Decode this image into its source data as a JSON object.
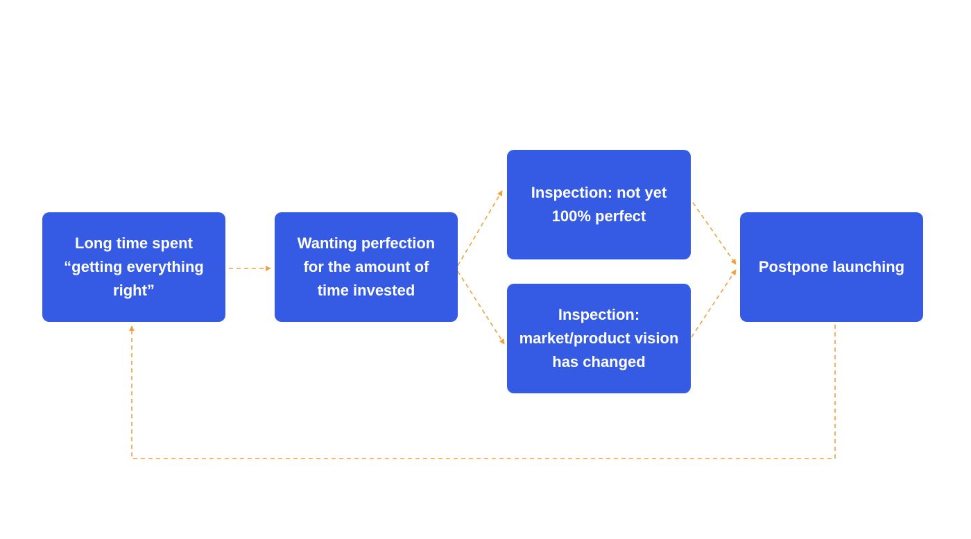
{
  "diagram": {
    "colors": {
      "node_fill": "#355ae3",
      "node_text": "#ffffff",
      "connector": "#f0a23a",
      "background": "#ffffff"
    },
    "nodes": [
      {
        "id": "n1",
        "label": "Long time spent “getting everything right”"
      },
      {
        "id": "n2",
        "label": "Wanting perfection for the amount of time invested"
      },
      {
        "id": "n3",
        "label": "Inspection: not yet 100% perfect"
      },
      {
        "id": "n4",
        "label": "Inspection: market/product vision has changed"
      },
      {
        "id": "n5",
        "label": "Postpone launching"
      }
    ],
    "edges": [
      {
        "from": "n1",
        "to": "n2",
        "style": "dashed"
      },
      {
        "from": "n2",
        "to": "n3",
        "style": "dashed"
      },
      {
        "from": "n2",
        "to": "n4",
        "style": "dashed"
      },
      {
        "from": "n3",
        "to": "n5",
        "style": "dashed"
      },
      {
        "from": "n4",
        "to": "n5",
        "style": "dashed"
      },
      {
        "from": "n5",
        "to": "n1",
        "style": "dashed"
      }
    ]
  }
}
